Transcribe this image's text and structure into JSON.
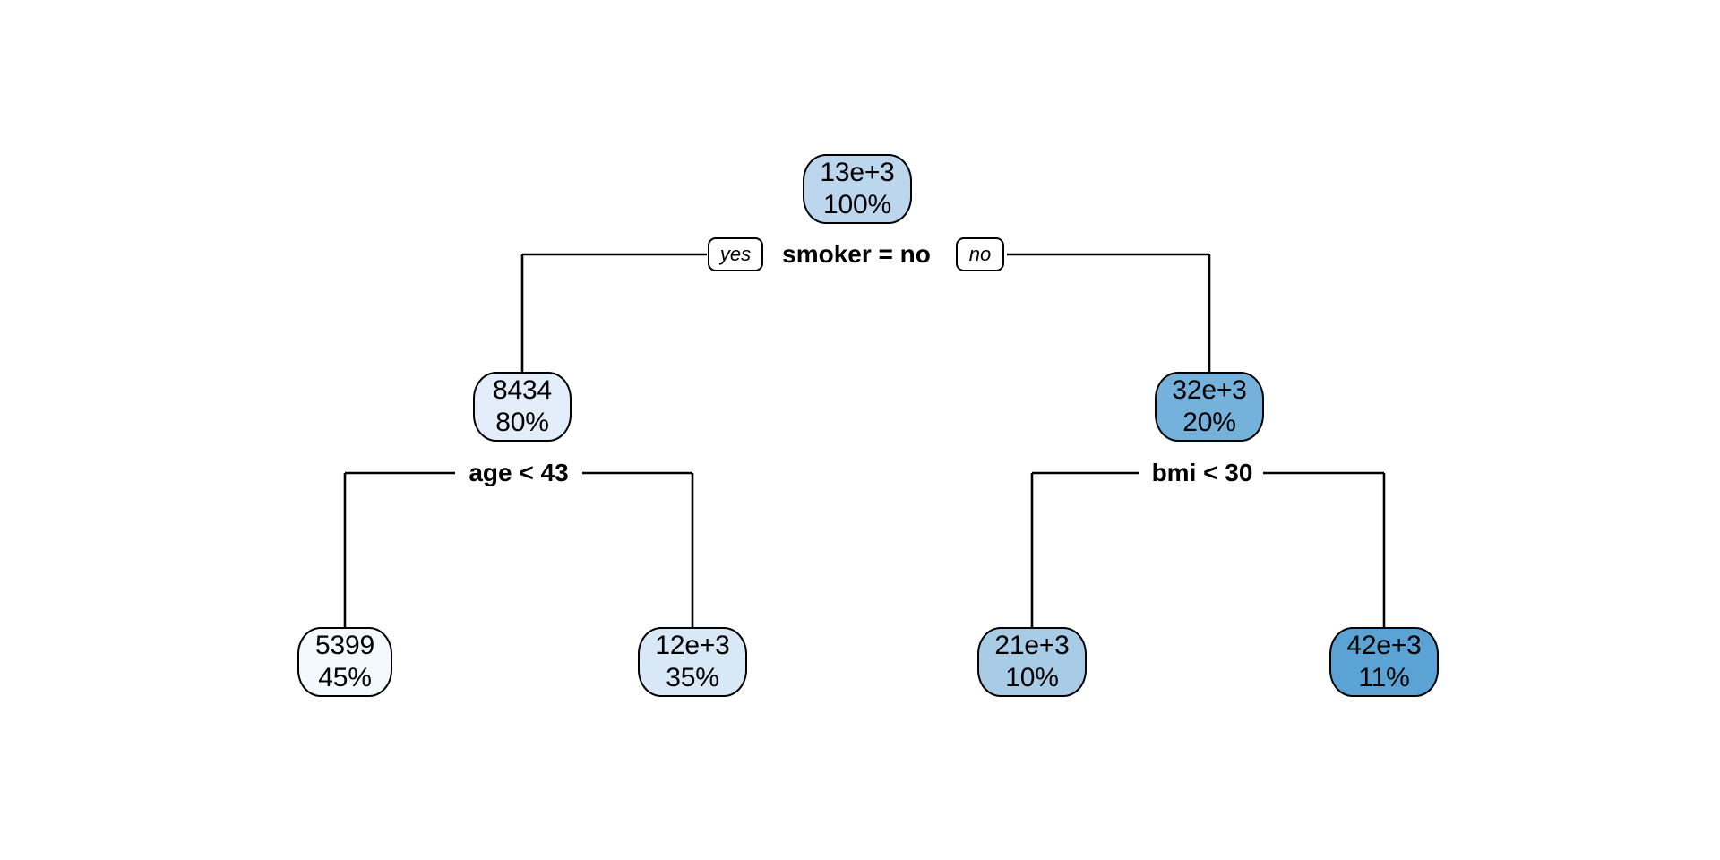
{
  "chart_data": {
    "type": "diagram",
    "subtype": "decision-tree",
    "title": "",
    "nodes": [
      {
        "id": "root",
        "value": "13e+3",
        "pct": "100%",
        "fill": "#bcd6ee",
        "depth": 0,
        "kind": "internal"
      },
      {
        "id": "n2",
        "value": "8434",
        "pct": "80%",
        "fill": "#e3eefa",
        "depth": 1,
        "kind": "internal"
      },
      {
        "id": "n3",
        "value": "32e+3",
        "pct": "20%",
        "fill": "#74b2dc",
        "depth": 1,
        "kind": "internal"
      },
      {
        "id": "n4",
        "value": "5399",
        "pct": "45%",
        "fill": "#f4f9fe",
        "depth": 2,
        "kind": "leaf"
      },
      {
        "id": "n5",
        "value": "12e+3",
        "pct": "35%",
        "fill": "#d8e8f7",
        "depth": 2,
        "kind": "leaf"
      },
      {
        "id": "n6",
        "value": "21e+3",
        "pct": "10%",
        "fill": "#a8cbe6",
        "depth": 2,
        "kind": "leaf"
      },
      {
        "id": "n7",
        "value": "42e+3",
        "pct": "11%",
        "fill": "#5ba3d4",
        "depth": 2,
        "kind": "leaf"
      }
    ],
    "splits": [
      {
        "id": "s-root",
        "label": "smoker = no",
        "yes_label": "yes",
        "no_label": "no",
        "parent": "root",
        "yes_child": "n2",
        "no_child": "n3"
      },
      {
        "id": "s-left",
        "label": "age < 43",
        "yes_label": "",
        "no_label": "",
        "parent": "n2",
        "yes_child": "n4",
        "no_child": "n5"
      },
      {
        "id": "s-right",
        "label": "bmi < 30",
        "yes_label": "",
        "no_label": "",
        "parent": "n3",
        "yes_child": "n6",
        "no_child": "n7"
      }
    ],
    "node_fill_scale": [
      "#f4f9fe",
      "#e3eefa",
      "#d8e8f7",
      "#bcd6ee",
      "#a8cbe6",
      "#74b2dc",
      "#5ba3d4"
    ],
    "edge_color": "#000000",
    "border_color": "#000000",
    "background": "#ffffff"
  },
  "tree": {
    "root": {
      "value": "13e+3",
      "pct": "100%"
    },
    "level1": {
      "left": {
        "value": "8434",
        "pct": "80%"
      },
      "right": {
        "value": "32e+3",
        "pct": "20%"
      }
    },
    "leaves": [
      {
        "value": "5399",
        "pct": "45%"
      },
      {
        "value": "12e+3",
        "pct": "35%"
      },
      {
        "value": "21e+3",
        "pct": "10%"
      },
      {
        "value": "42e+3",
        "pct": "11%"
      }
    ],
    "splits": {
      "root": {
        "label": "smoker = no",
        "yes": "yes",
        "no": "no"
      },
      "left": {
        "label": "age < 43"
      },
      "right": {
        "label": "bmi < 30"
      }
    }
  }
}
